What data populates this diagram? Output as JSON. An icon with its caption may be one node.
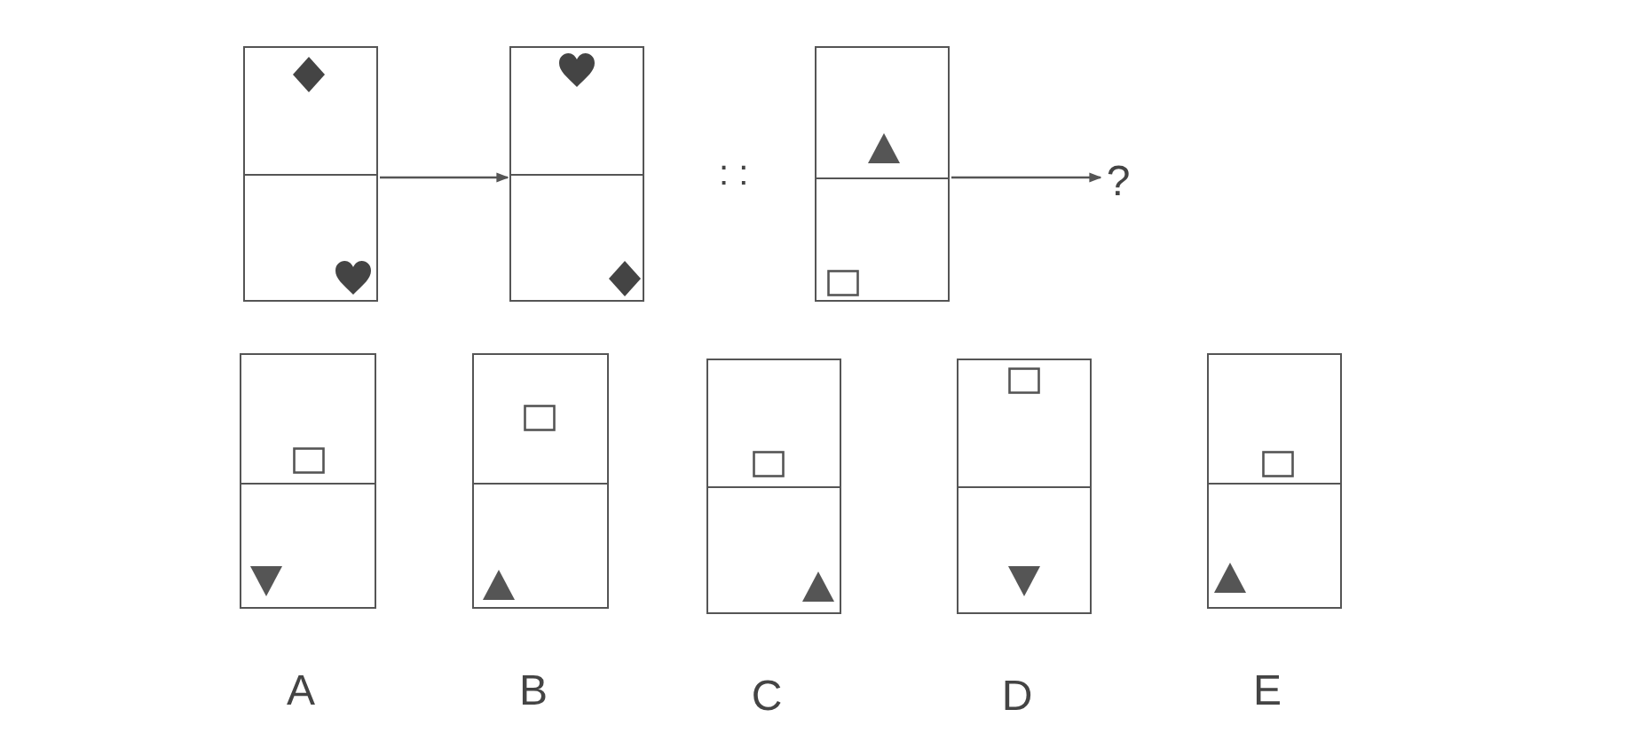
{
  "diagram": {
    "nodes": [
      {
        "text": [],
        "shape": "box"
      },
      {
        "text": [],
        "shape": "box"
      },
      {
        "text": [],
        "shape": "box"
      },
      {
        "text": [
          "?"
        ]
      },
      {
        "text": [],
        "shape": "box",
        "beside": [
          "A"
        ]
      },
      {
        "text": [],
        "shape": "box",
        "beside": [
          "B"
        ]
      },
      {
        "text": [],
        "shape": "box",
        "beside": [
          "C"
        ]
      },
      {
        "text": [],
        "shape": "box",
        "beside": [
          "D"
        ]
      },
      {
        "text": [],
        "shape": "box",
        "beside": [
          "E"
        ]
      }
    ],
    "edges": [
      {
        "from": 0,
        "to": 1,
        "arrow": "to"
      },
      {
        "from": 2,
        "to": 3,
        "arrow": "to"
      }
    ],
    "labels": [
      ": :"
    ]
  }
}
